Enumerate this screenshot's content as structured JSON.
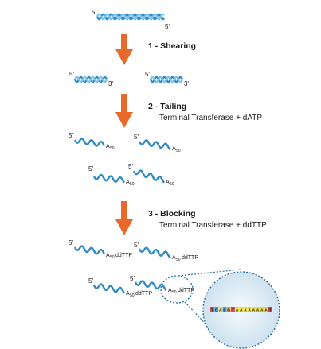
{
  "steps": [
    {
      "label": "1 - Shearing",
      "detail": ""
    },
    {
      "label": "2 - Tailing",
      "detail": "Terminal Transferase + dATP"
    },
    {
      "label": "3 - Blocking",
      "detail": "Terminal Transferase + ddTTP"
    }
  ],
  "strand_ends": {
    "five_prime": "5'",
    "three_prime": "3'"
  },
  "tail": {
    "A": "A",
    "A_subscript": "50",
    "dd": "ddTTP"
  },
  "magnified_sequence": "TCACGTAAAAAAAAT",
  "colors": {
    "dna": "#2e8bc6",
    "dna_light": "#7cc4ea",
    "arrow": "#e8692a",
    "zoom_fill": "#dbe9f3",
    "zoom_border": "#1f6e9e",
    "base_A": "#e6d94a",
    "base_C": "#3fa7e0",
    "base_G": "#e9963b",
    "base_T": "#d8454e"
  }
}
